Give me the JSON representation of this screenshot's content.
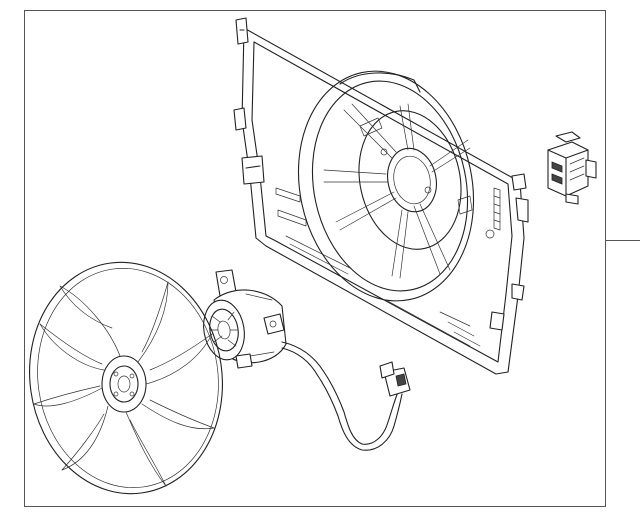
{
  "diagram": {
    "type": "exploded-parts-illustration",
    "line_color": "#222222",
    "background": "#ffffff",
    "parts": [
      {
        "name": "fan-shroud",
        "icon": "fan-shroud-drawing"
      },
      {
        "name": "fan-resistor",
        "icon": "resistor-connector-drawing"
      },
      {
        "name": "fan-motor",
        "icon": "motor-drawing"
      },
      {
        "name": "wiring-harness",
        "icon": "harness-plug-drawing"
      },
      {
        "name": "fan-blade",
        "icon": "fan-blade-drawing"
      }
    ]
  }
}
